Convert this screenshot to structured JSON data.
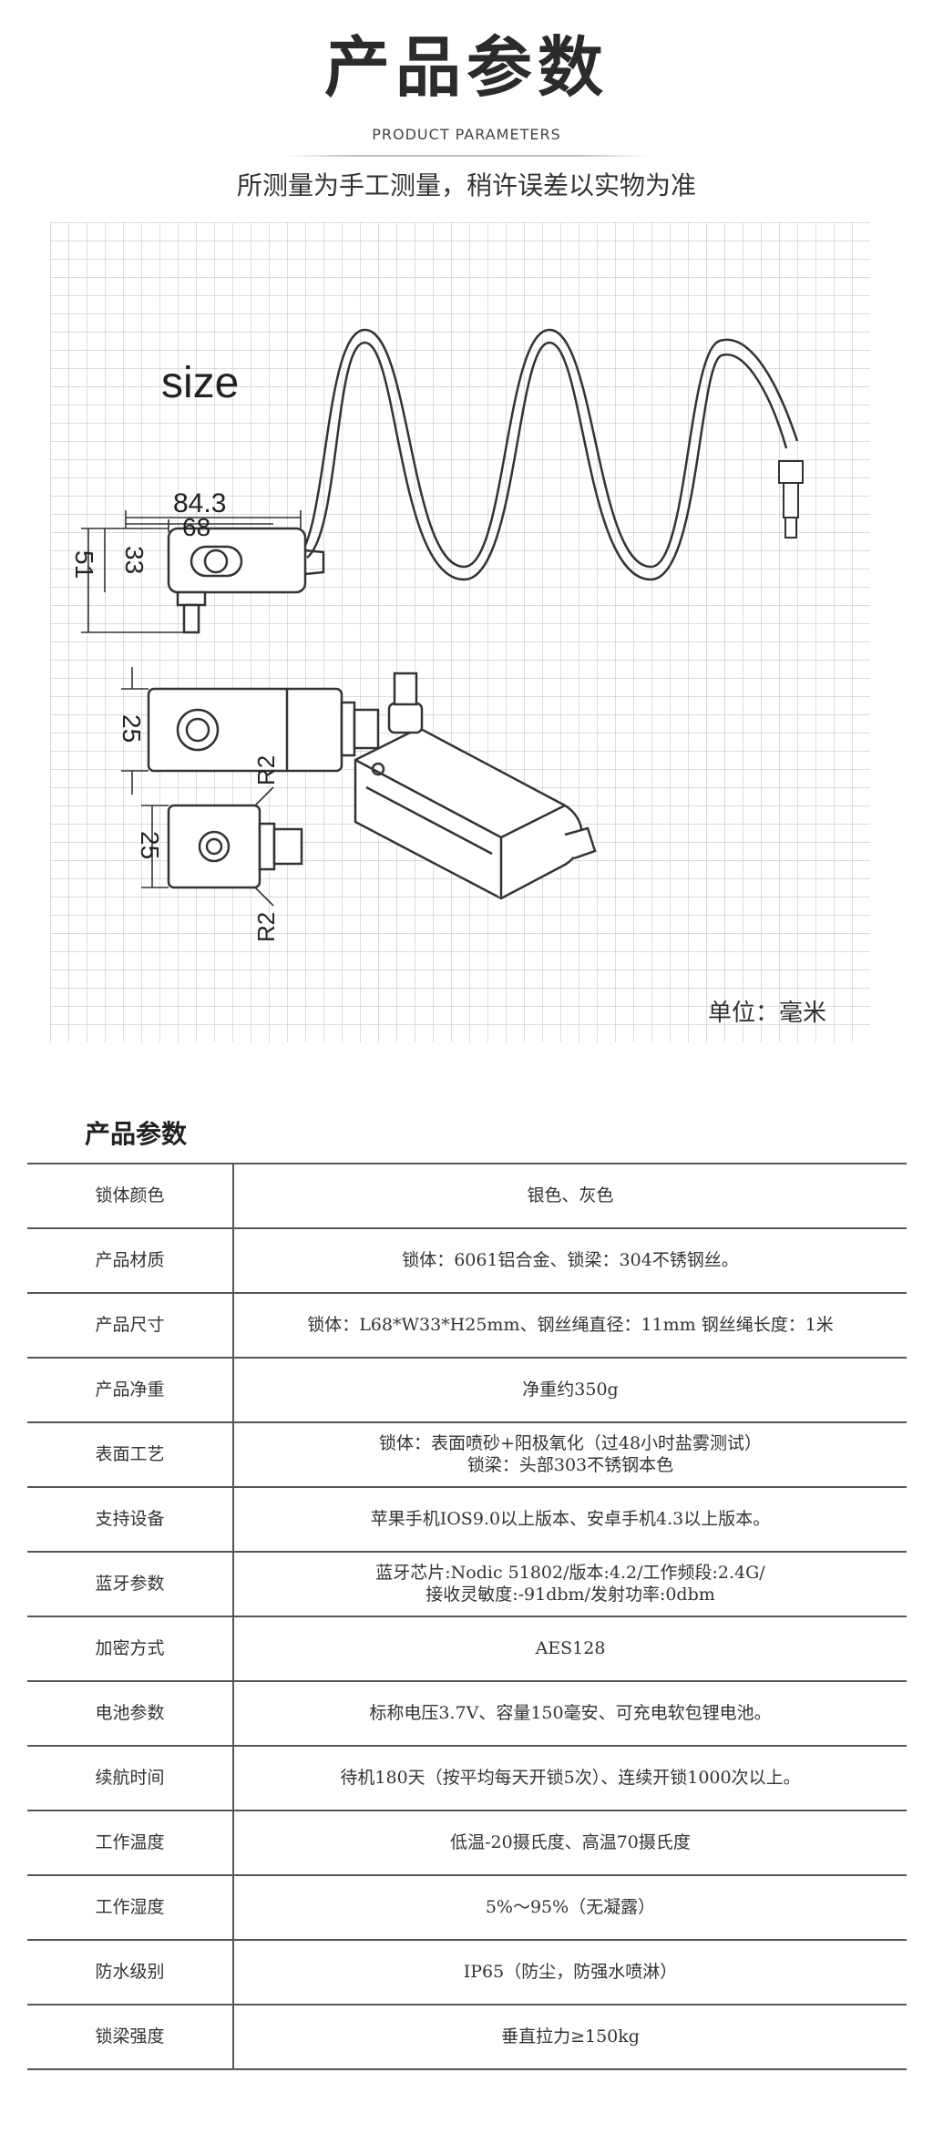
{
  "header": {
    "title": "产品参数",
    "subtitle": "PRODUCT PARAMETERS",
    "note": "所测量为手工测量，稍许误差以实物为准"
  },
  "drawing": {
    "size_label": "size",
    "dims": {
      "length_total": "84.3",
      "length_body": "68",
      "height_33": "33",
      "height_51": "51",
      "width_25_a": "25",
      "width_25_b": "25",
      "radius_a": "R2",
      "radius_b": "R2"
    },
    "unit": "单位：毫米"
  },
  "params": {
    "heading": "产品参数",
    "rows": [
      {
        "label": "锁体颜色",
        "value": "银色、灰色"
      },
      {
        "label": "产品材质",
        "value": "锁体：6061铝合金、锁梁：304不锈钢丝。"
      },
      {
        "label": "产品尺寸",
        "value": "锁体：L68*W33*H25mm、钢丝绳直径：11mm  钢丝绳长度：1米"
      },
      {
        "label": "产品净重",
        "value": "净重约350g"
      },
      {
        "label": "表面工艺",
        "value": "锁体：表面喷砂+阳极氧化（过48小时盐雾测试）",
        "value2": "锁梁：头部303不锈钢本色"
      },
      {
        "label": "支持设备",
        "value": "苹果手机IOS9.0以上版本、安卓手机4.3以上版本。"
      },
      {
        "label": "蓝牙参数",
        "value": "蓝牙芯片:Nodic 51802/版本:4.2/工作频段:2.4G/",
        "value2": "接收灵敏度:-91dbm/发射功率:0dbm"
      },
      {
        "label": "加密方式",
        "value": "AES128"
      },
      {
        "label": "电池参数",
        "value": "标称电压3.7V、容量150毫安、可充电软包锂电池。"
      },
      {
        "label": "续航时间",
        "value": "待机180天（按平均每天开锁5次）、连续开锁1000次以上。"
      },
      {
        "label": "工作温度",
        "value": "低温-20摄氏度、高温70摄氏度"
      },
      {
        "label": "工作湿度",
        "value": "5%～95%（无凝露）"
      },
      {
        "label": "防水级别",
        "value": "IP65（防尘，防强水喷淋）"
      },
      {
        "label": "锁梁强度",
        "value": "垂直拉力≥150kg"
      }
    ]
  }
}
